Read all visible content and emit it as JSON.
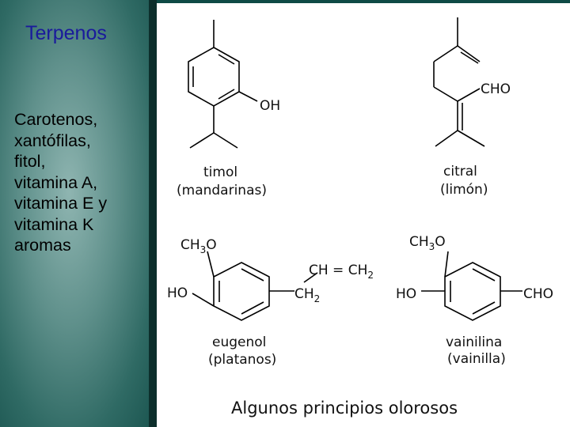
{
  "slide": {
    "title": "Terpenos",
    "items": [
      "Carotenos,",
      "xantófilas,",
      "fitol,",
      "vitamina A,",
      "vitamina E y",
      "vitamina K",
      "aromas"
    ]
  },
  "figure": {
    "title": "Algunos principios olorosos",
    "molecules": {
      "timol": {
        "name": "timol",
        "source": "(mandarinas)",
        "group_oh": "OH"
      },
      "citral": {
        "name": "citral",
        "source": "(limón)",
        "group_cho": "CHO"
      },
      "eugenol": {
        "name": "eugenol",
        "source": "(platanos)",
        "ch3o": "CH",
        "ch3o_sub": "3",
        "ch3o_o": "O",
        "ho": "HO",
        "vinyl": "CH = CH",
        "vinyl_sub": "2",
        "ch2": "CH",
        "ch2_sub": "2"
      },
      "vainilina": {
        "name": "vainilina",
        "source": "(vainilla)",
        "ch3o": "CH",
        "ch3o_sub": "3",
        "ch3o_o": "O",
        "ho": "HO",
        "cho": "CHO"
      }
    }
  },
  "colors": {
    "title": "#1a1a9c",
    "panel": "#ffffff",
    "background": "#2f6a64"
  }
}
